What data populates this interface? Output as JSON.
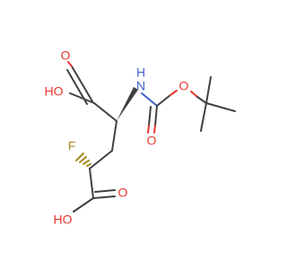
{
  "colors": {
    "carbon": "#404040",
    "oxygen": "#e8382f",
    "nitrogen": "#3f62c9",
    "fluorine": "#a88a22",
    "background": "#ffffff"
  },
  "atoms": {
    "o_top": "O",
    "oh_upper": "HO",
    "n": "N",
    "n_h": "H",
    "o_carbamate_dbl": "O",
    "o_carbamate_single": "O",
    "f": "F",
    "oh_lower": "HO",
    "o_lower_dbl": "O"
  }
}
